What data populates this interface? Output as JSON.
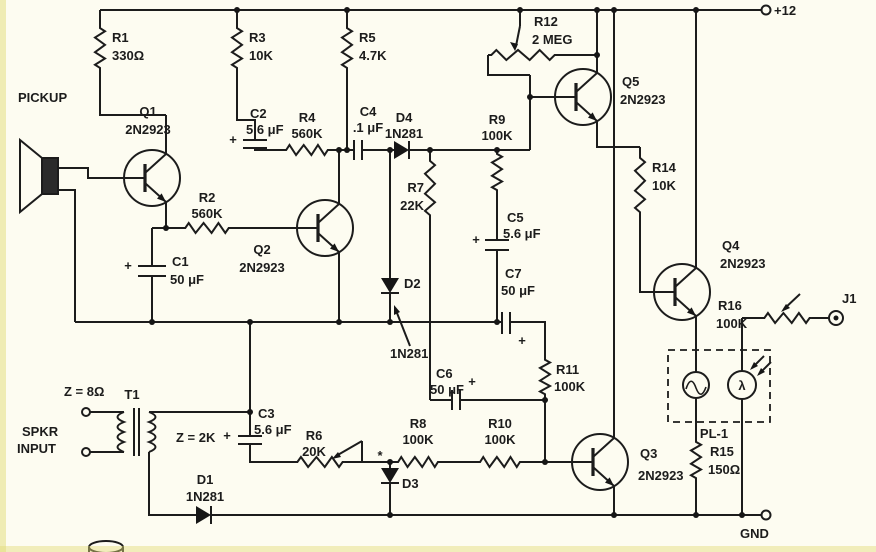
{
  "power": {
    "vplus": "+12",
    "gnd": "GND"
  },
  "io": {
    "pickup": "PICKUP",
    "spkr1": "SPKR",
    "spkr2": "INPUT",
    "z_primary": "Z = 8Ω",
    "z_secondary": "Z = 2K",
    "jack": "J1",
    "lamp": "PL-1"
  },
  "transformer": {
    "ref": "T1"
  },
  "resistors": {
    "r1": {
      "ref": "R1",
      "value": "330Ω"
    },
    "r2": {
      "ref": "R2",
      "value": "560K"
    },
    "r3": {
      "ref": "R3",
      "value": "10K"
    },
    "r4": {
      "ref": "R4",
      "value": "560K"
    },
    "r5": {
      "ref": "R5",
      "value": "4.7K"
    },
    "r6": {
      "ref": "R6",
      "value": "20K"
    },
    "r7": {
      "ref": "R7",
      "value": "22K"
    },
    "r8": {
      "ref": "R8",
      "value": "100K"
    },
    "r9": {
      "ref": "R9",
      "value": "100K"
    },
    "r10": {
      "ref": "R10",
      "value": "100K"
    },
    "r11": {
      "ref": "R11",
      "value": "100K"
    },
    "r12": {
      "ref": "R12",
      "value": "2 MEG"
    },
    "r14": {
      "ref": "R14",
      "value": "10K"
    },
    "r15": {
      "ref": "R15",
      "value": "150Ω"
    },
    "r16": {
      "ref": "R16",
      "value": "100K"
    }
  },
  "capacitors": {
    "plus": "+",
    "c1": {
      "ref": "C1",
      "value": "50 μF"
    },
    "c2": {
      "ref": "C2",
      "value": "5.6 μF"
    },
    "c3": {
      "ref": "C3",
      "value": "5.6 μF"
    },
    "c4": {
      "ref": "C4",
      "value": ".1 μF"
    },
    "c5": {
      "ref": "C5",
      "value": "5.6 μF"
    },
    "c6": {
      "ref": "C6",
      "value": "50 μF"
    },
    "c7": {
      "ref": "C7",
      "value": "50 μF"
    }
  },
  "diodes": {
    "d1": {
      "ref": "D1",
      "value": "1N281"
    },
    "d2": {
      "ref": "D2",
      "note": "1N281"
    },
    "d3": {
      "ref": "D3",
      "note": "*"
    },
    "d4": {
      "ref": "D4",
      "value": "1N281"
    }
  },
  "transistors": {
    "lambda": "λ",
    "q1": {
      "ref": "Q1",
      "part": "2N2923"
    },
    "q2": {
      "ref": "Q2",
      "part": "2N2923"
    },
    "q3": {
      "ref": "Q3",
      "part": "2N2923"
    },
    "q4": {
      "ref": "Q4",
      "part": "2N2923"
    },
    "q5": {
      "ref": "Q5",
      "part": "2N2923"
    }
  }
}
